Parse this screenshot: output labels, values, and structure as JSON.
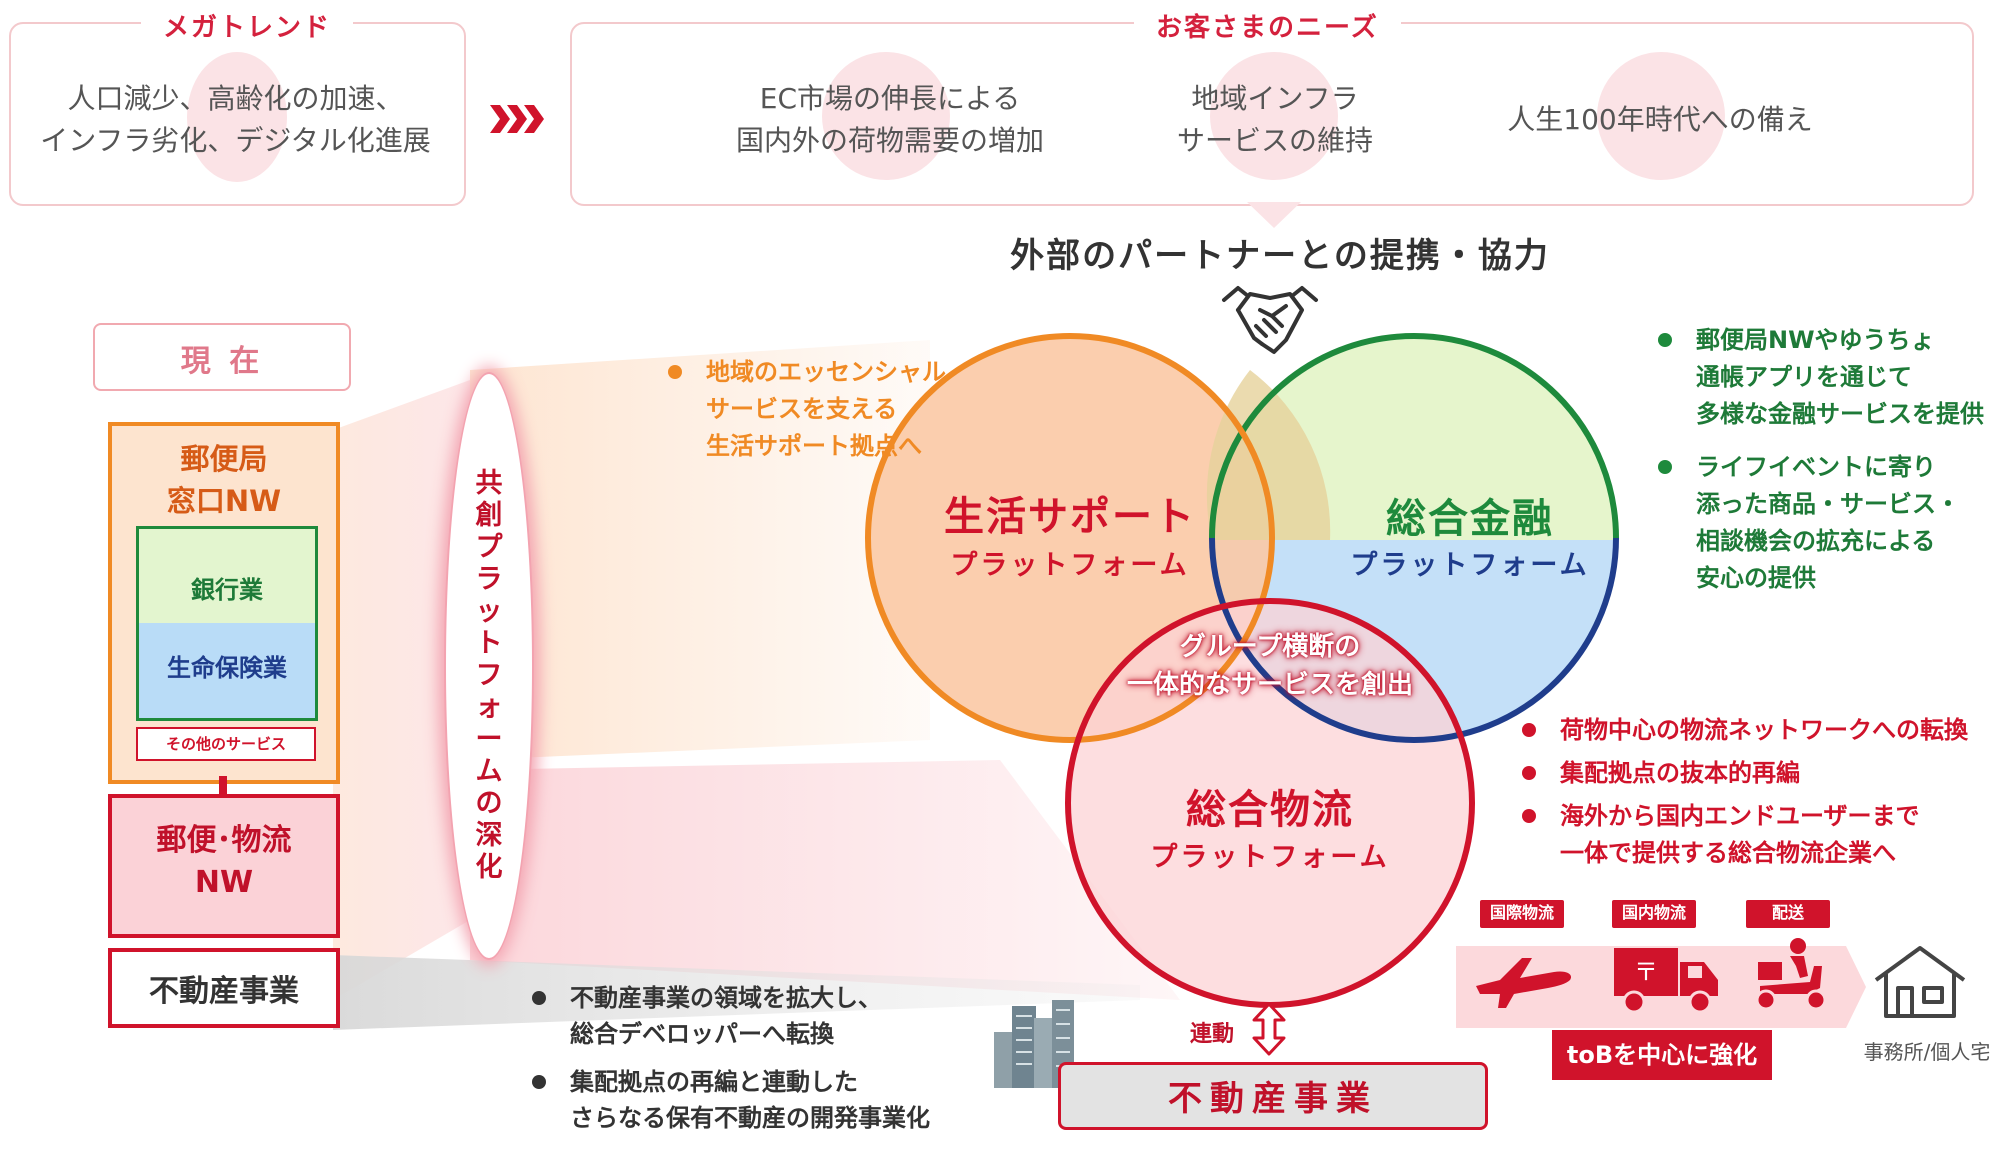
{
  "megatrend": {
    "title": "メガトレンド",
    "text_line1": "人口減少、高齢化の加速、",
    "text_line2": "インフラ劣化、デジタル化進展"
  },
  "needs": {
    "title": "お客さまのニーズ",
    "items": [
      {
        "line1": "EC市場の伸長による",
        "line2": "国内外の荷物需要の増加"
      },
      {
        "line1": "地域インフラ",
        "line2": "サービスの維持"
      },
      {
        "line1": "人生100年時代への備え",
        "line2": ""
      }
    ]
  },
  "partnership": {
    "label": "外部のパートナーとの提携・協力"
  },
  "current": {
    "label": "現 在",
    "post_office": {
      "line1": "郵便局",
      "line2": "窓口NW"
    },
    "banking": "銀行業",
    "life_insurance": "生命保険業",
    "other_services": "その他のサービス",
    "postal_logistics": {
      "line1": "郵便･物流",
      "line2": "NW"
    },
    "real_estate": "不動産事業"
  },
  "co_creation": {
    "label": "共創プラットフォームの深化"
  },
  "life_support": {
    "bullet_lines": [
      "地域のエッセンシャル",
      "サービスを支える",
      "生活サポート拠点へ"
    ],
    "title": "生活サポート",
    "subtitle": "プラットフォーム"
  },
  "finance": {
    "title": "総合金融",
    "subtitle": "プラットフォーム",
    "bullets": [
      [
        "郵便局NWやゆうちょ",
        "通帳アプリを通じて",
        "多様な金融サービスを提供"
      ],
      [
        "ライフイベントに寄り",
        "添った商品・サービス・",
        "相談機会の拡充による",
        "安心の提供"
      ]
    ]
  },
  "group": {
    "line1": "グループ横断の",
    "line2": "一体的なサービスを創出"
  },
  "logistics": {
    "title": "総合物流",
    "subtitle": "プラットフォーム",
    "bullets": [
      [
        "荷物中心の物流ネットワークへの転換"
      ],
      [
        "集配拠点の抜本的再編"
      ],
      [
        "海外から国内エンドユーザーまで",
        "一体で提供する総合物流企業へ"
      ]
    ]
  },
  "flow": {
    "international": "国際物流",
    "domestic": "国内物流",
    "delivery": "配送",
    "tob": "toBを中心に強化",
    "destination": "事務所/個人宅"
  },
  "real_estate_bottom": {
    "bullets": [
      [
        "不動産事業の領域を拡大し、",
        "総合デベロッパーへ転換"
      ],
      [
        "集配拠点の再編と連動した",
        "さらなる保有不動産の開発事業化"
      ]
    ],
    "link_label": "連動",
    "box_label": "不動産事業"
  },
  "colors": {
    "red": "#d0132b",
    "orange": "#f08a24",
    "green": "#1e8a3c",
    "navy": "#1f3d8c",
    "gray": "#333333"
  },
  "icons": [
    "triple-chevron-icon",
    "handshake-icon",
    "airplane-icon",
    "truck-icon",
    "scooter-icon",
    "house-icon",
    "buildings-icon",
    "double-arrow-icon"
  ]
}
